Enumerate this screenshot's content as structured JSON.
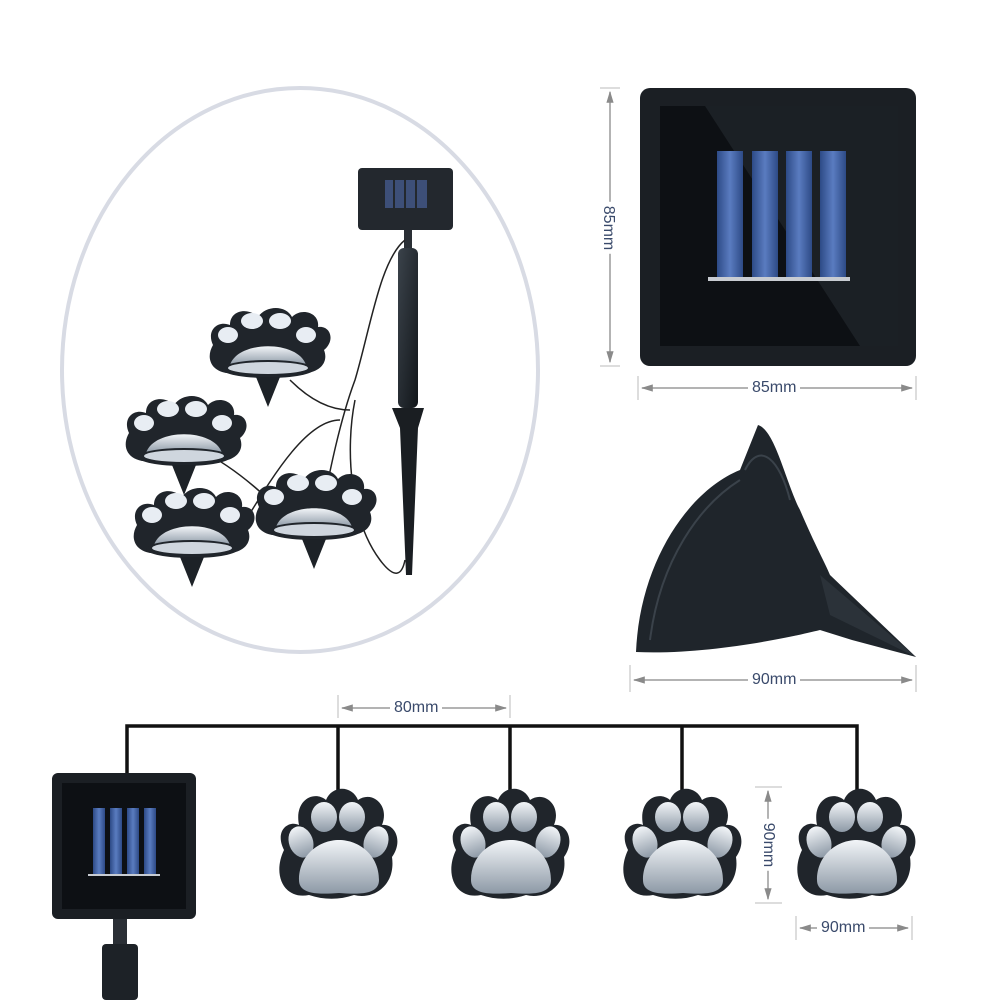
{
  "diagram": {
    "subject": "Solar paw print garden lights",
    "overview_illustration": {
      "label": "solar-panel-with-stake-and-4-paw-lights",
      "paw_light_count": 4
    },
    "dimensions": {
      "solar_panel_height": "85mm",
      "solar_panel_width": "85mm",
      "ground_stake_width": "90mm",
      "paw_spacing": "80mm",
      "paw_height": "90mm",
      "paw_width": "90mm"
    },
    "wiring_diagram": {
      "paw_count": 4
    },
    "colors": {
      "dimension_text": "#3a4a6b",
      "dimension_line": "#9a9a9a",
      "panel_body": "#1b1f24",
      "solar_cell": "#3a5a9a",
      "oval_border": "#d8dbe4"
    }
  }
}
